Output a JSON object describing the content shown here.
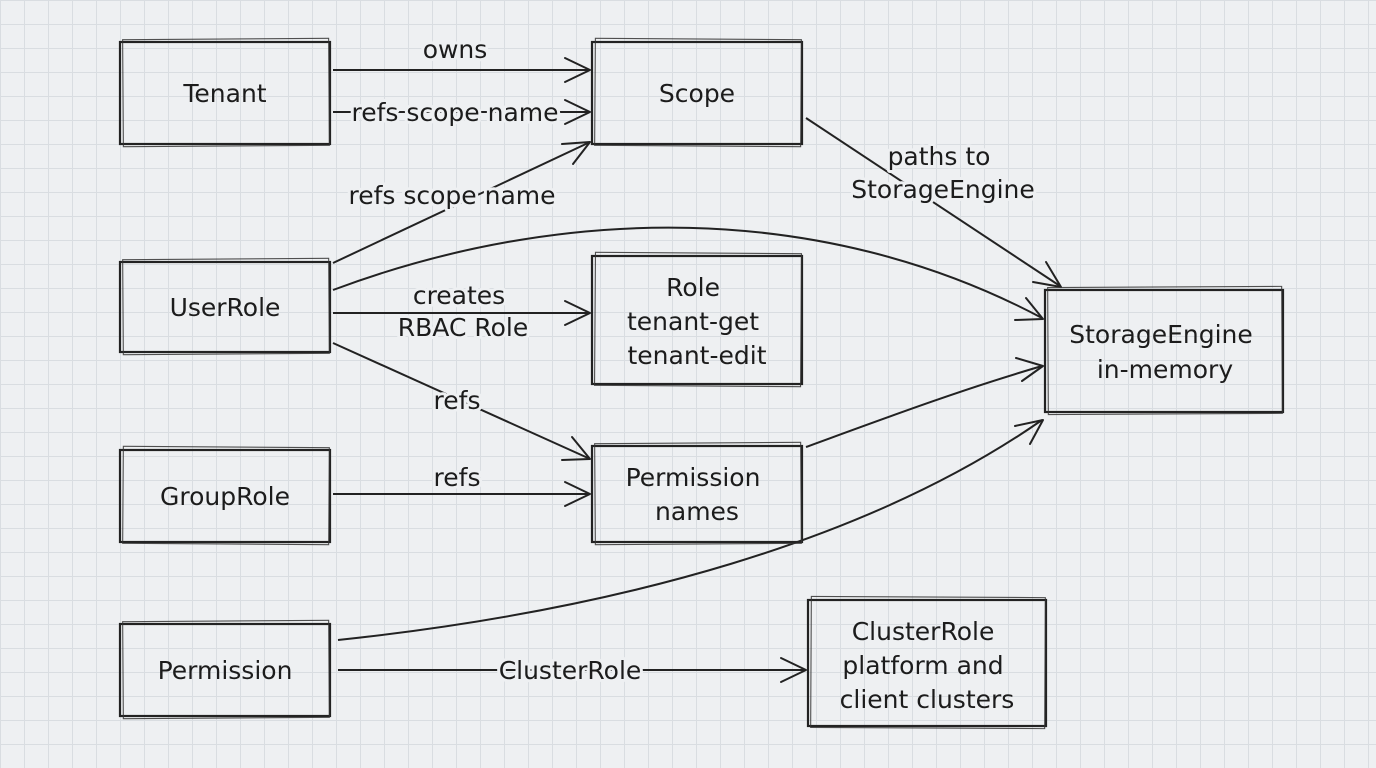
{
  "nodes": {
    "tenant": {
      "lines": [
        "Tenant"
      ]
    },
    "scope": {
      "lines": [
        "Scope"
      ]
    },
    "userrole": {
      "lines": [
        "UserRole"
      ]
    },
    "role": {
      "lines": [
        "Role",
        "tenant-get",
        "tenant-edit"
      ]
    },
    "storage": {
      "lines": [
        "StorageEngine",
        "in-memory"
      ]
    },
    "grouprole": {
      "lines": [
        "GroupRole"
      ]
    },
    "permnames": {
      "lines": [
        "Permission",
        "names"
      ]
    },
    "permission": {
      "lines": [
        "Permission"
      ]
    },
    "clusterrole": {
      "lines": [
        "ClusterRole",
        "platform and",
        "client clusters"
      ]
    }
  },
  "edges": {
    "owns": {
      "label": [
        "owns"
      ]
    },
    "refs_scope_1": {
      "label": [
        "refs scope name"
      ]
    },
    "refs_scope_2": {
      "label": [
        "refs scope name"
      ]
    },
    "scope_storage": {
      "label": [
        "paths to",
        "StorageEngine"
      ]
    },
    "userrole_storage": {
      "label": []
    },
    "creates_role": {
      "label": [
        "creates",
        "RBAC Role"
      ]
    },
    "userrole_refs": {
      "label": [
        "refs"
      ]
    },
    "grouprole_refs": {
      "label": [
        "refs"
      ]
    },
    "permnames_storage": {
      "label": []
    },
    "permission_storage": {
      "label": []
    },
    "permission_cluster": {
      "label": [
        "ClusterRole"
      ]
    }
  }
}
